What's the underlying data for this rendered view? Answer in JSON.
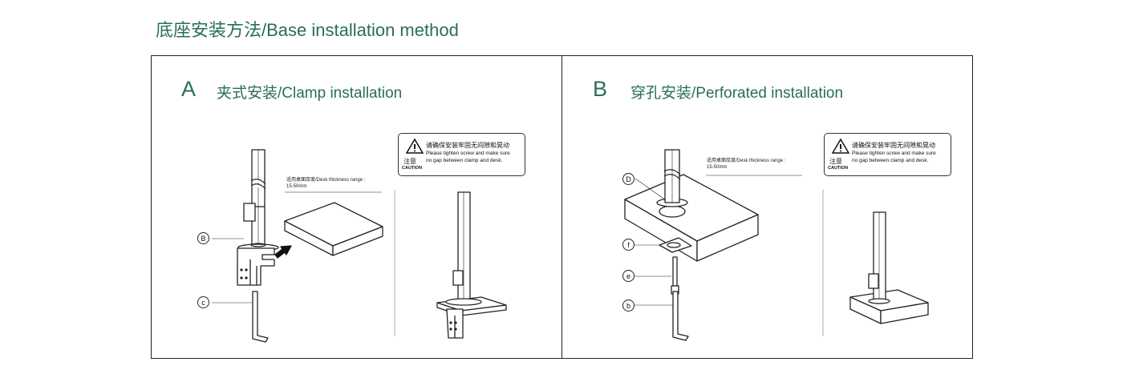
{
  "page": {
    "title": "底座安装方法/Base installation method"
  },
  "panels": [
    {
      "letter": "A",
      "title": "夹式安装/Clamp installation",
      "caution": {
        "zh": "请确保安装牢固无间隙和晃动",
        "en_line1": "Please tighten screw and make sure",
        "en_line2": "no gap between clamp and desk.",
        "zh_label": "注意",
        "en_label": "CAUTION"
      },
      "desk_range": {
        "line1": "适用桌面厚度/Desk thickness range :",
        "line2": "15-50mm"
      },
      "part_labels": [
        "B",
        "c"
      ]
    },
    {
      "letter": "B",
      "title": "穿孔安装/Perforated installation",
      "caution": {
        "zh": "请确保安装牢固无间隙和晃动",
        "en_line1": "Please tighten screw and make sure",
        "en_line2": "no gap between clamp and desk.",
        "zh_label": "注意",
        "en_label": "CAUTION"
      },
      "desk_range": {
        "line1": "适用桌面厚度/Desk thickness range :",
        "line2": "15-50mm"
      },
      "part_labels": [
        "D",
        "f",
        "e",
        "b"
      ]
    }
  ]
}
